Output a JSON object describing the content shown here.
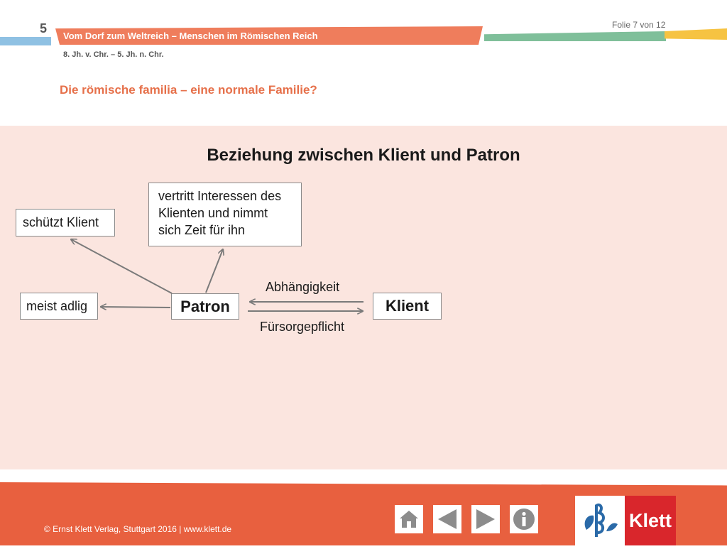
{
  "header": {
    "chapter_number": "5",
    "title": "Vom Dorf zum Weltreich – Menschen im Römischen Reich",
    "period": "8. Jh. v. Chr. – 5. Jh. n. Chr.",
    "slide_counter": "Folie 7 von 12",
    "subtitle": "Die römische familia – eine normale Familie?",
    "colors": {
      "orange": "#ef7d5c",
      "green": "#7fbf9a",
      "yellow": "#f6c342",
      "blue": "#8fc1e3"
    }
  },
  "diagram": {
    "title": "Beziehung zwischen Klient und Patron",
    "boxes": {
      "protects": "schützt Klient",
      "interests": [
        "vertritt Interessen des",
        "Klienten und nimmt",
        "sich Zeit für ihn"
      ],
      "noble": "meist adlig",
      "patron": "Patron",
      "client": "Klient"
    },
    "labels": {
      "dependency": "Abhängigkeit",
      "care": "Fürsorgepflicht"
    },
    "background": "#fbe5df"
  },
  "footer": {
    "copyright": "© Ernst Klett Verlag, Stuttgart 2016 | www.klett.de",
    "nav_icons": [
      "home-icon",
      "arrow-left-icon",
      "arrow-right-icon",
      "info-icon"
    ],
    "logo_text": "Klett",
    "colors": {
      "band": "#e8603f",
      "logo_red": "#d9262c"
    }
  }
}
